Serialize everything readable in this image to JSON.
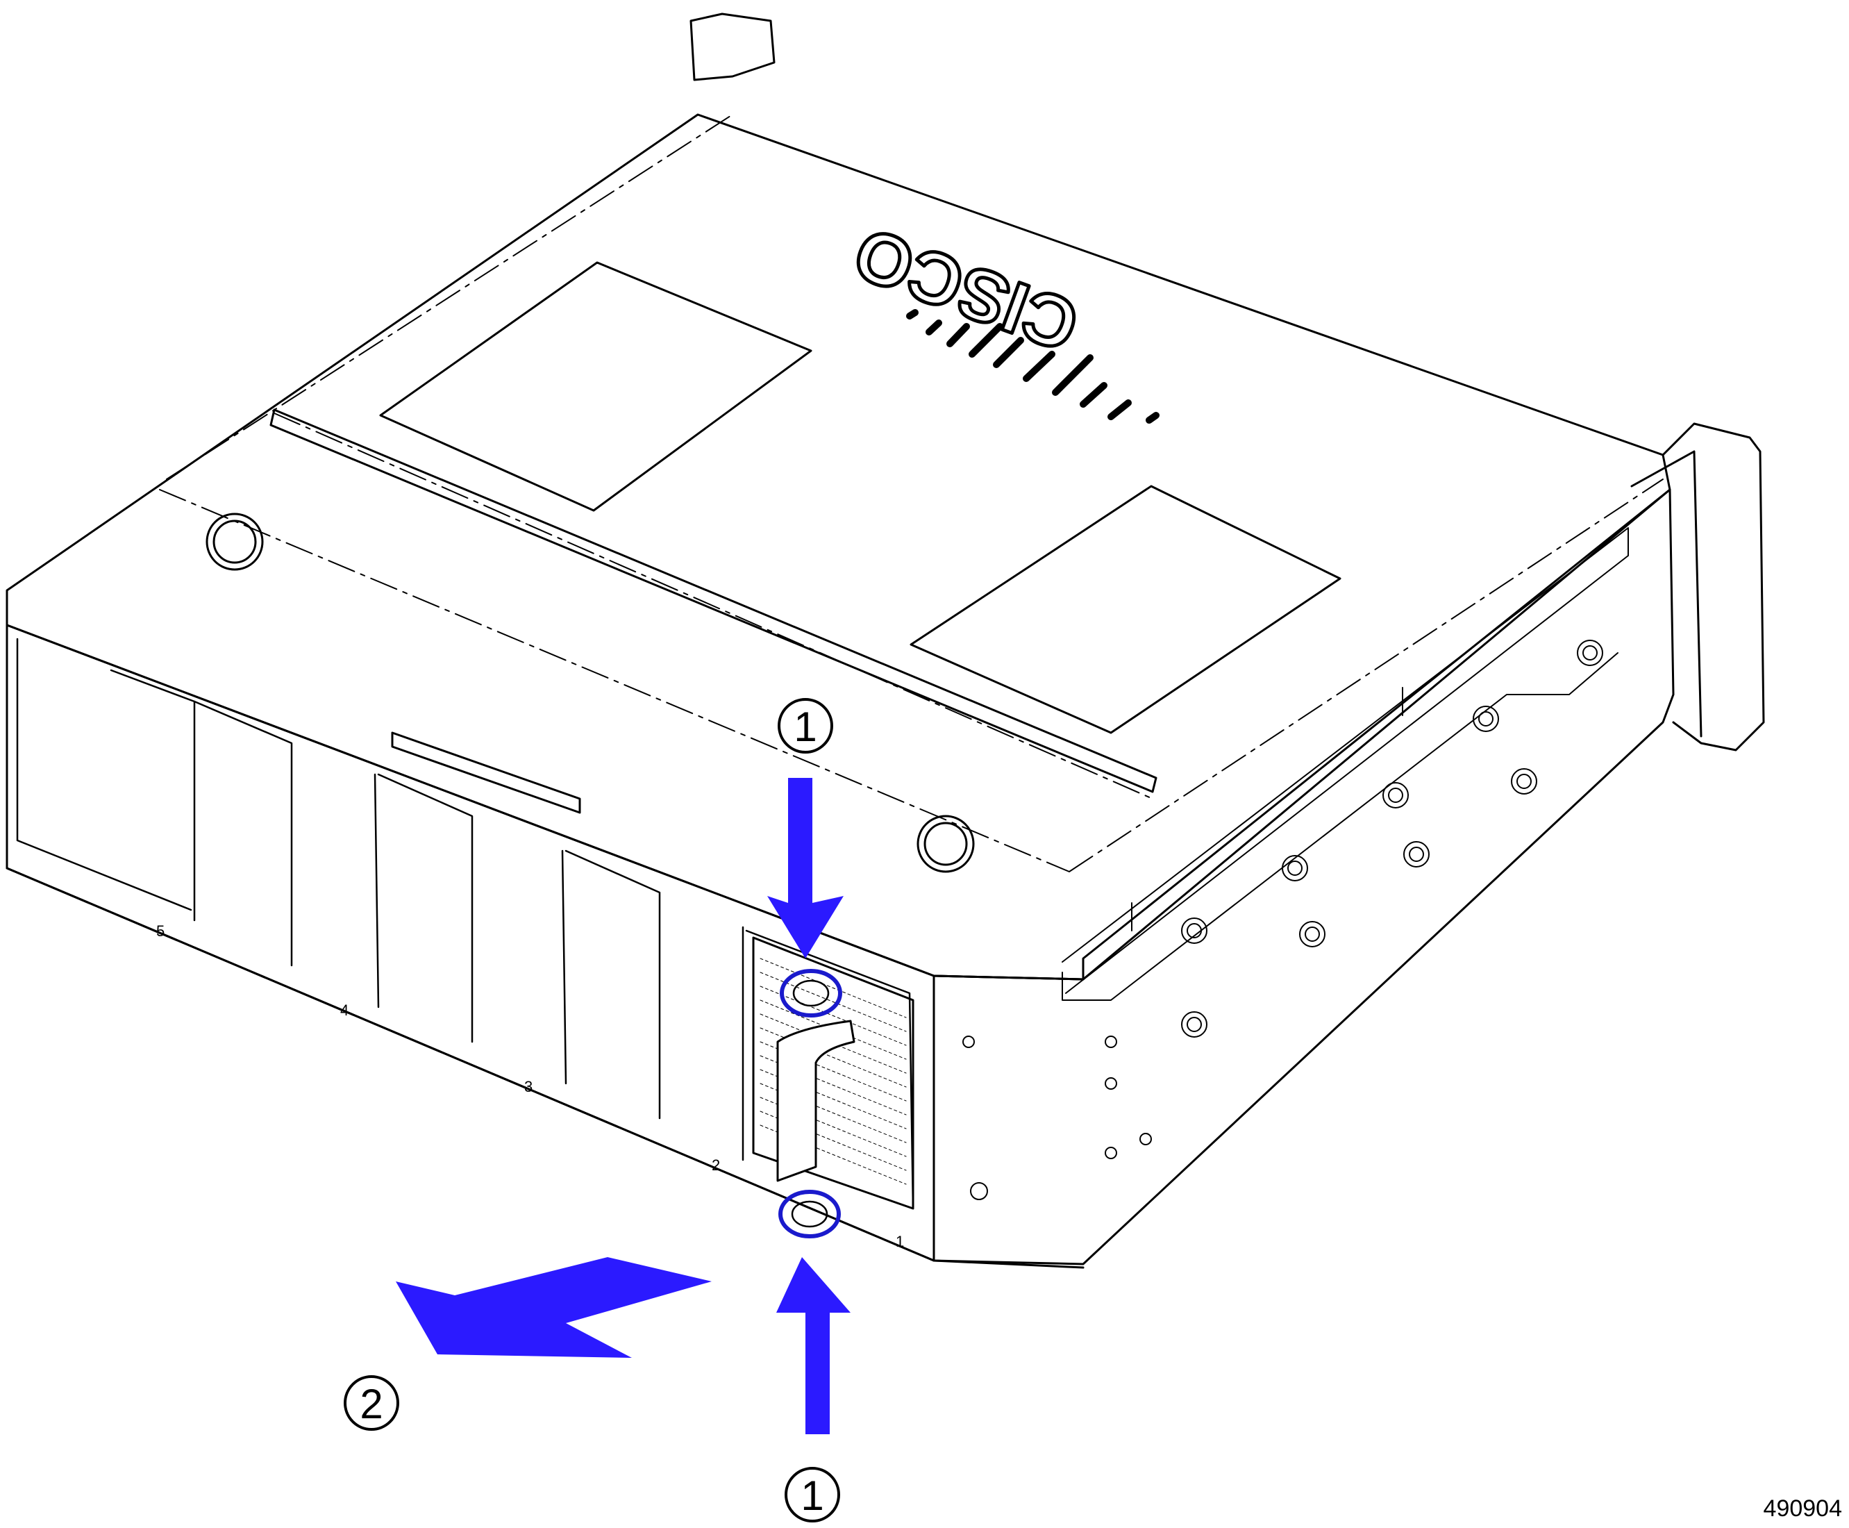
{
  "diagram": {
    "brand_logo_text": "CISCO",
    "callouts": [
      {
        "label": "1"
      },
      {
        "label": "1"
      },
      {
        "label": "2"
      }
    ],
    "figure_id": "490904",
    "bay_numbers": [
      "5",
      "4",
      "3",
      "2",
      "1"
    ]
  },
  "colors": {
    "arrow": "#2b1aff",
    "highlight_ring": "#1a1acc",
    "line": "#000000",
    "background": "#ffffff"
  }
}
